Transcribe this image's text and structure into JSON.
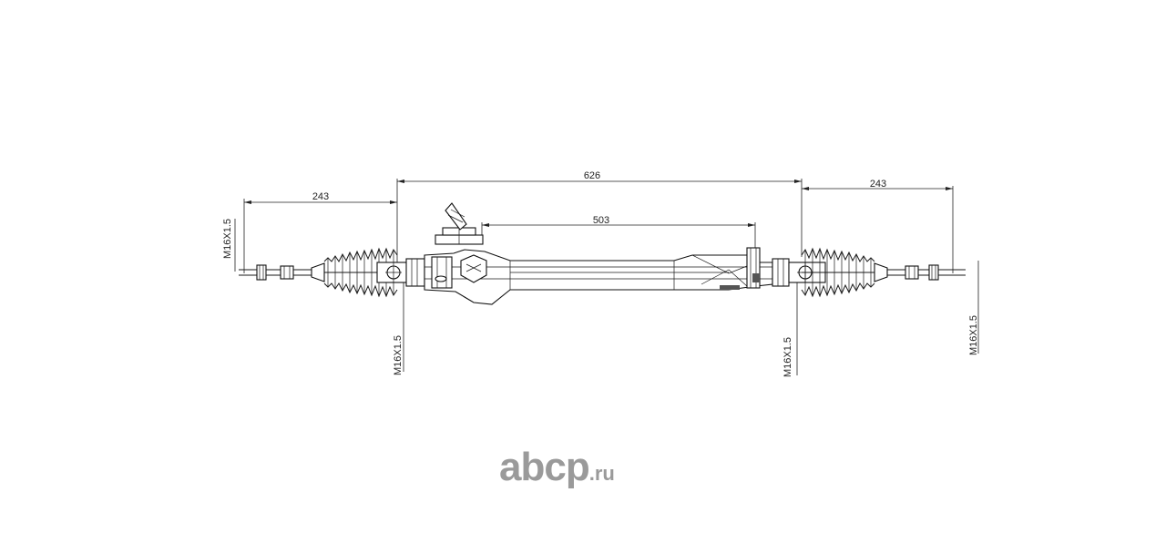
{
  "drawing": {
    "dimensions": {
      "overall_length": "626",
      "rack_travel": "503",
      "left_tie_rod": "243",
      "right_tie_rod": "243"
    },
    "threads": {
      "left_outer": "M16X1.5",
      "left_inner": "M16X1.5",
      "right_inner": "M16X1.5",
      "right_outer": "M16X1.5"
    }
  },
  "watermark": {
    "name": "abcp",
    "tld": ".ru",
    "color": "#9a9a9a"
  }
}
